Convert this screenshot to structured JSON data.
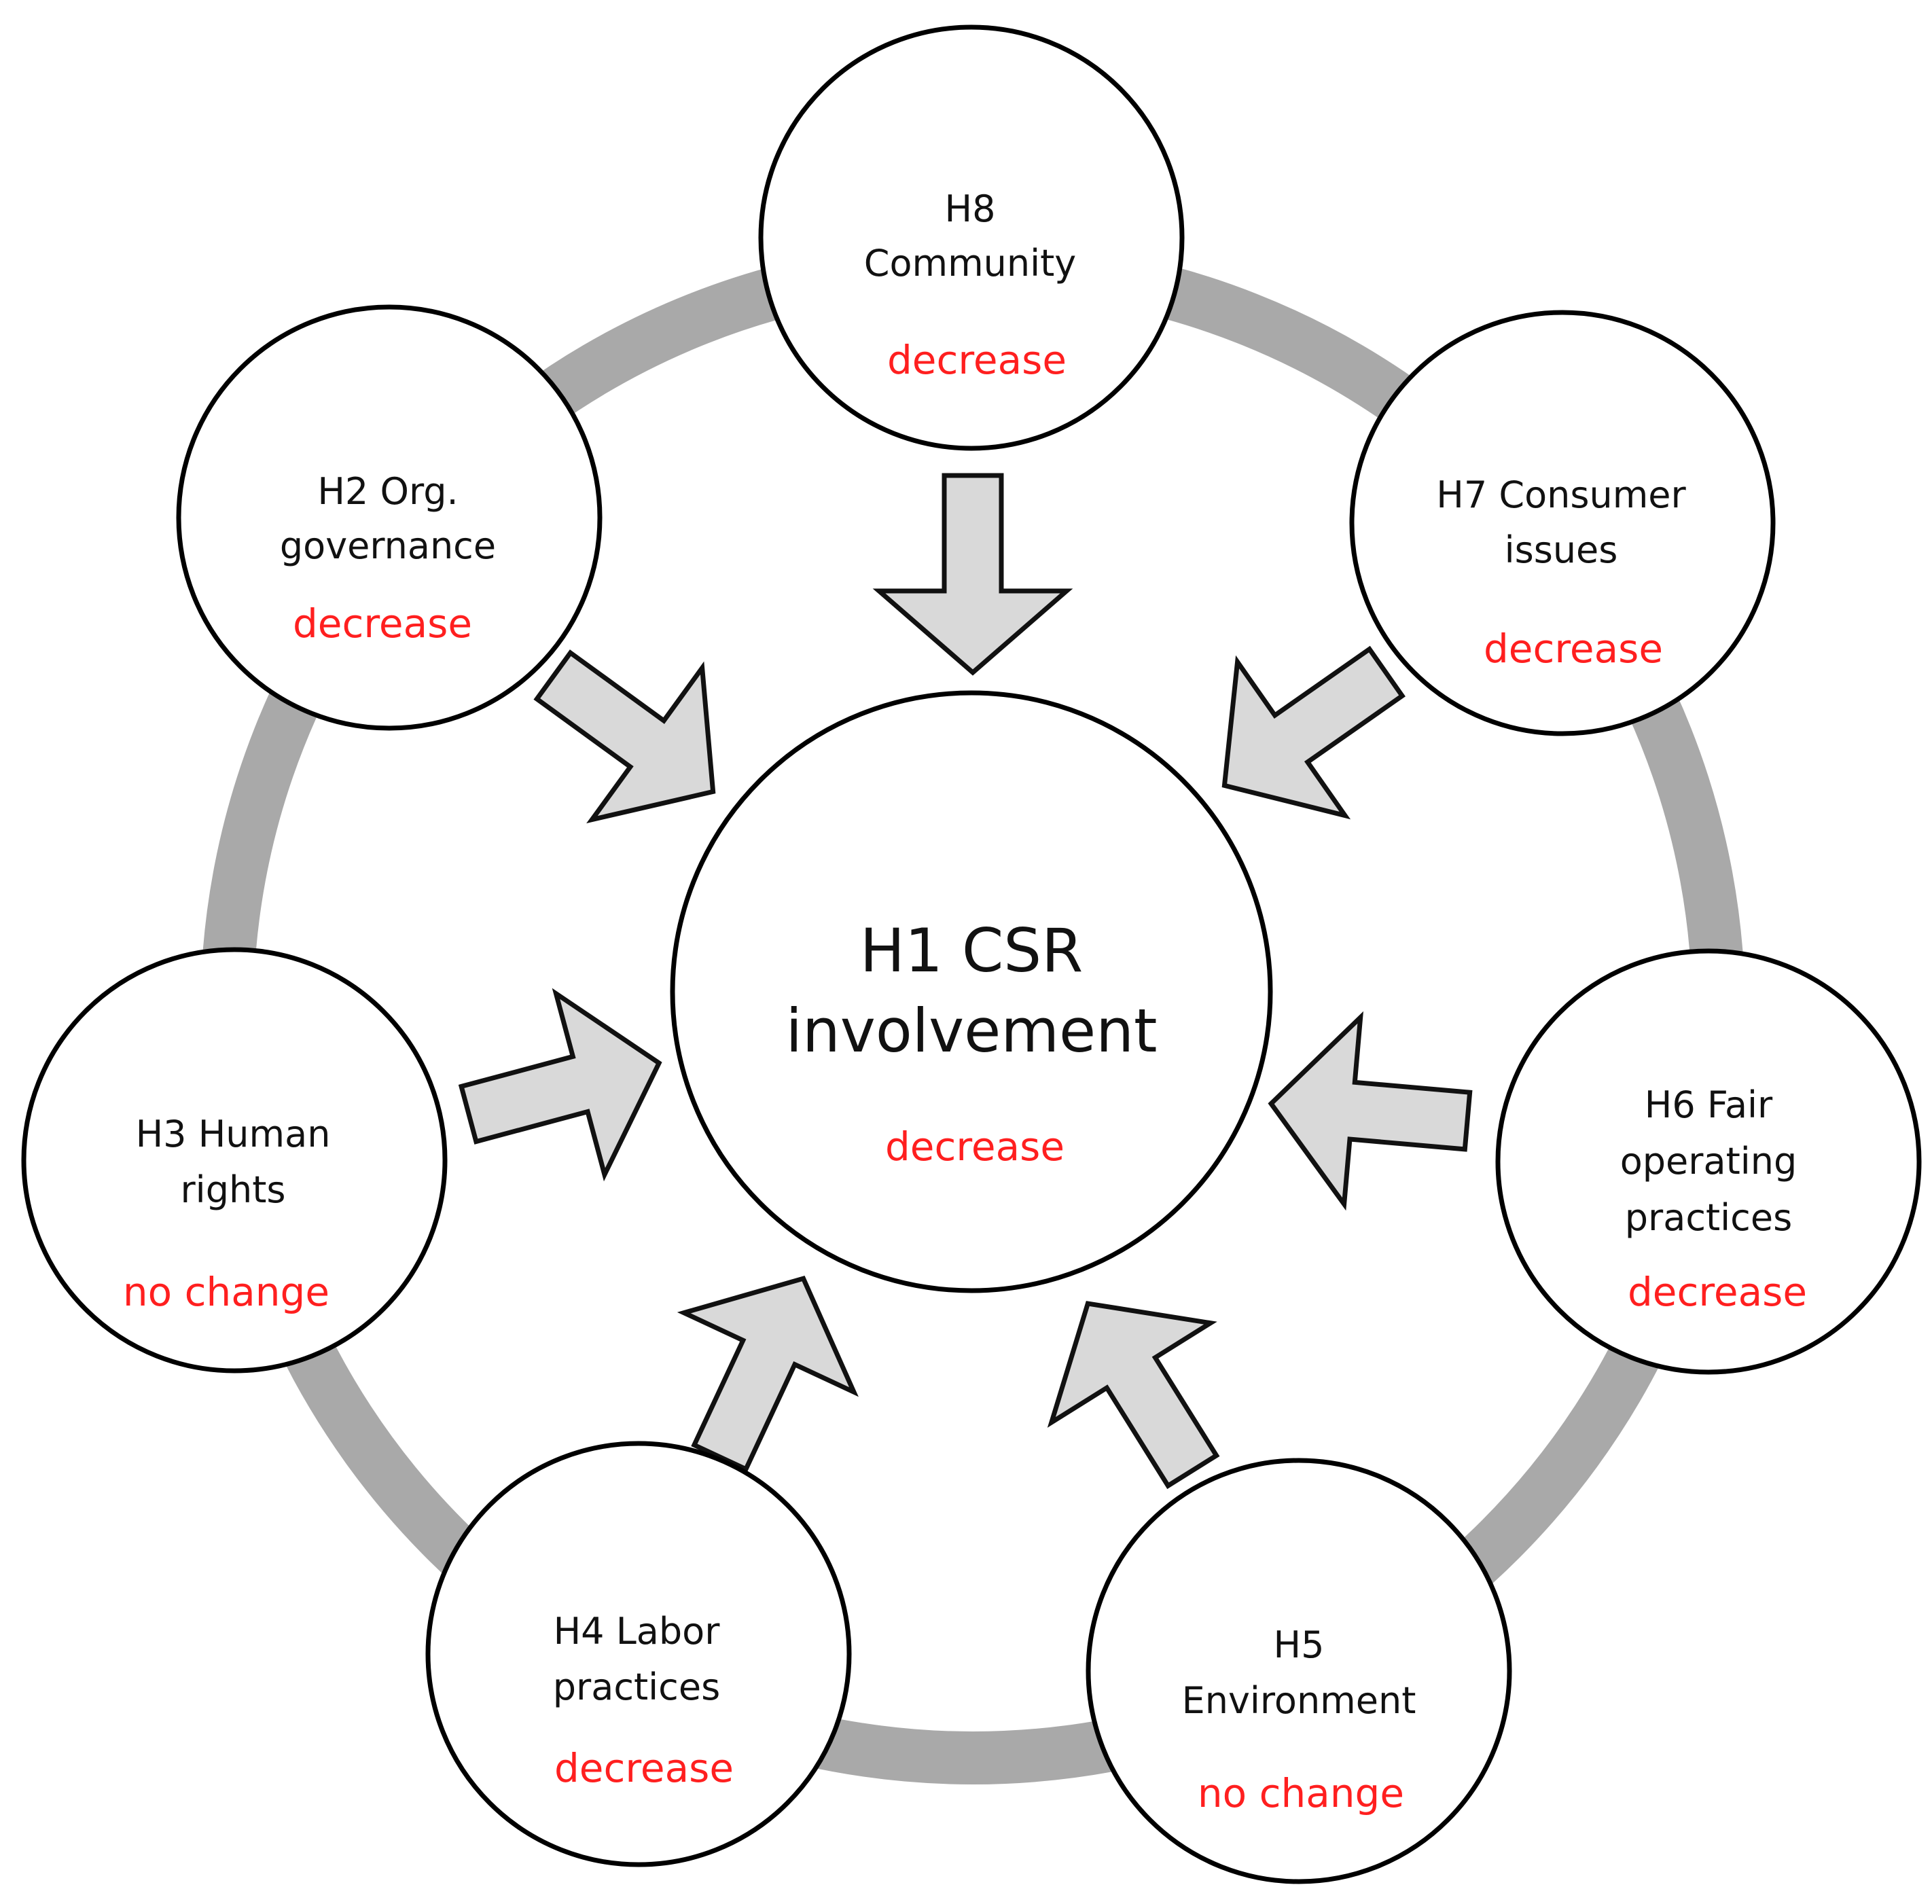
{
  "colors": {
    "ring": "#a9a9a9",
    "circle_stroke": "#000000",
    "circle_fill": "#ffffff",
    "arrow_fill": "#d9d9d9",
    "arrow_stroke": "#111111",
    "text": "#111111",
    "status": "#ff1f1f"
  },
  "center": {
    "title_line1": "H1 CSR",
    "title_line2": "involvement",
    "status": "decrease"
  },
  "nodes": [
    {
      "id": "h8",
      "line1": "H8",
      "line2": "Community",
      "status": "decrease"
    },
    {
      "id": "h7",
      "line1": "H7 Consumer",
      "line2": "issues",
      "status": "decrease"
    },
    {
      "id": "h6",
      "line1": "H6 Fair",
      "line2": "operating",
      "line3": "practices",
      "status": "decrease"
    },
    {
      "id": "h5",
      "line1": "H5",
      "line2": "Environment",
      "status": "no change"
    },
    {
      "id": "h4",
      "line1": "H4 Labor",
      "line2": "practices",
      "status": "decrease"
    },
    {
      "id": "h3",
      "line1": "H3 Human",
      "line2": "rights",
      "status": "no change"
    },
    {
      "id": "h2",
      "line1": "H2 Org.",
      "line2": "governance",
      "status": "decrease"
    }
  ]
}
